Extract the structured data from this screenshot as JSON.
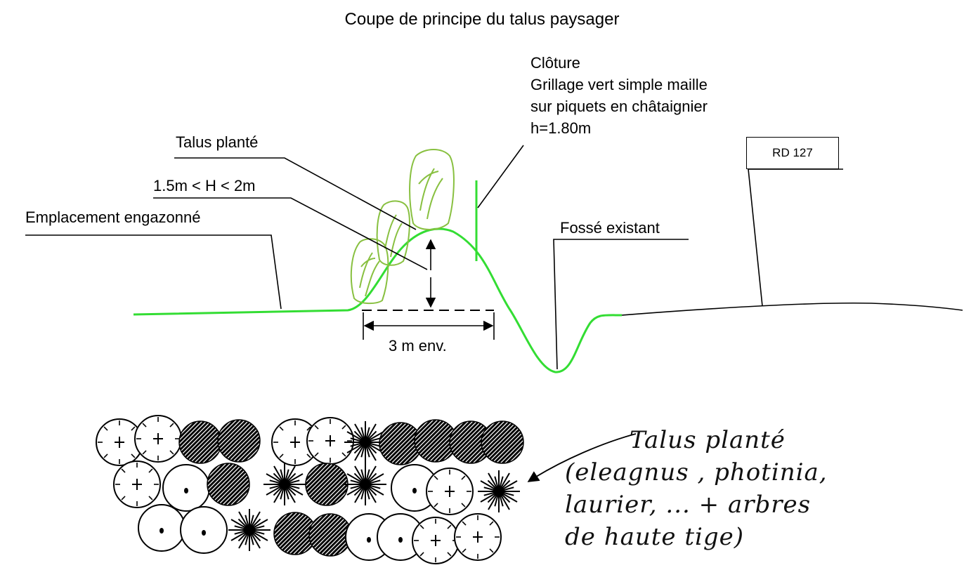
{
  "title": "Coupe de principe du talus paysager",
  "fence_label": {
    "lines": [
      "Clôture",
      "Grillage vert simple maille",
      "sur piquets en châtaignier",
      "h=1.80m"
    ]
  },
  "labels": {
    "talus": "Talus planté",
    "height": "1.5m < H < 2m",
    "grass": "Emplacement engazonné",
    "ditch": "Fossé existant",
    "width": "3 m env.",
    "road": "RD 127"
  },
  "plan_note": {
    "lines": [
      "Talus planté",
      "(eleagnus , photinia,",
      "laurier, ... + arbres",
      "de haute tige)"
    ]
  },
  "colors": {
    "ground_green": "#33dd33",
    "shrub_green": "#88c040",
    "ink": "#000000"
  }
}
